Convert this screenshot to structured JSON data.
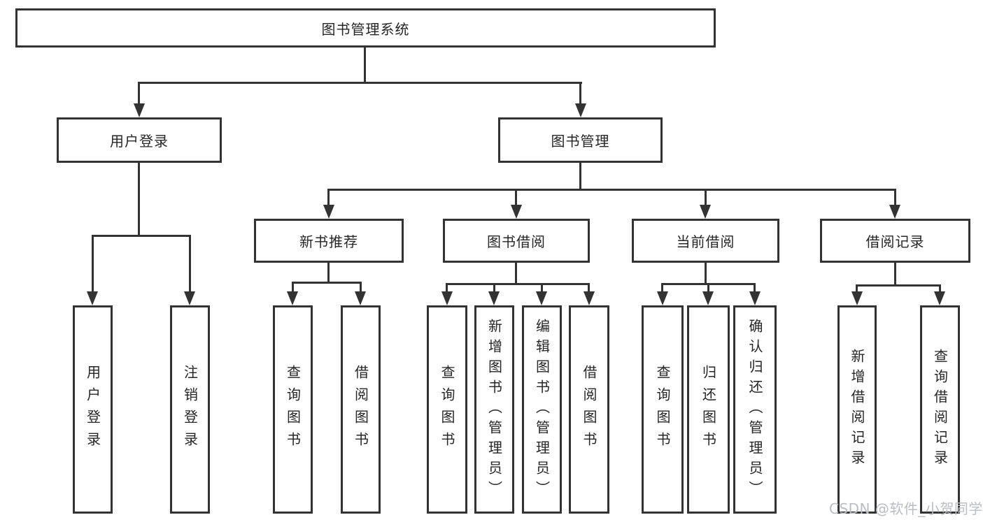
{
  "colors": {
    "line": "#333333",
    "text": "#262626",
    "background": "#ffffff",
    "watermark": "#b9bec5"
  },
  "watermark": {
    "text": "CSDN @软件_小贺同学"
  },
  "nodes": {
    "root": {
      "label": "图书管理系统"
    },
    "user_login": {
      "label": "用户登录",
      "children": [
        {
          "label": "用户登录"
        },
        {
          "label": "注销登录"
        }
      ]
    },
    "book_mgmt": {
      "label": "图书管理",
      "children": [
        {
          "label": "新书推荐",
          "children": [
            {
              "label": "查询图书"
            },
            {
              "label": "借阅图书"
            }
          ]
        },
        {
          "label": "图书借阅",
          "children": [
            {
              "label": "查询图书"
            },
            {
              "label": "新增图书（管理员）"
            },
            {
              "label": "编辑图书（管理员）"
            },
            {
              "label": "借阅图书"
            }
          ]
        },
        {
          "label": "当前借阅",
          "children": [
            {
              "label": "查询图书"
            },
            {
              "label": "归还图书"
            },
            {
              "label": "确认归还（管理员）"
            }
          ]
        },
        {
          "label": "借阅记录",
          "children": [
            {
              "label": "新增借阅记录"
            },
            {
              "label": "查询借阅记录"
            }
          ]
        }
      ]
    }
  }
}
